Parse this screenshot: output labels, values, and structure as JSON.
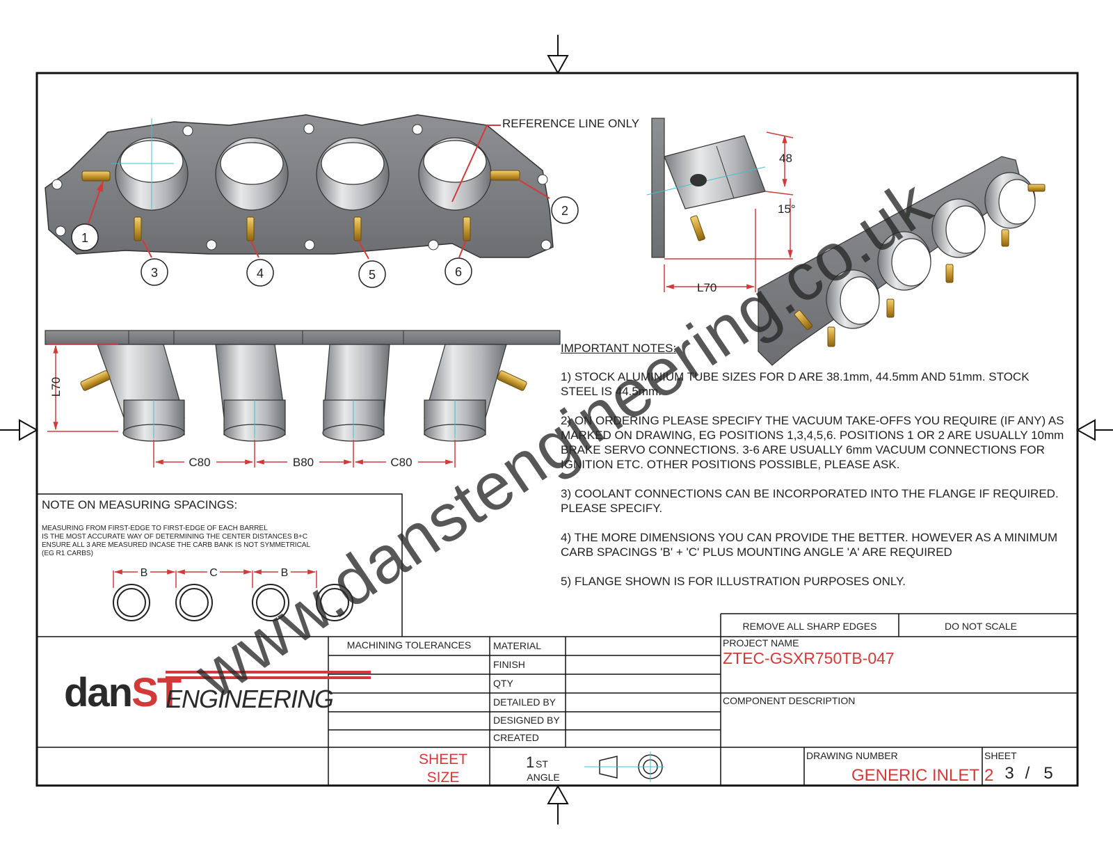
{
  "callouts": {
    "reference_line": "REFERENCE LINE ONLY",
    "positions": [
      "1",
      "2",
      "3",
      "4",
      "5",
      "6"
    ]
  },
  "side_view": {
    "dim_48": "48",
    "angle": "15°",
    "length": "L70"
  },
  "front_view": {
    "length": "L70",
    "spacing_1": "C80",
    "spacing_2": "B80",
    "spacing_3": "C80"
  },
  "notes": {
    "heading": "IMPORTANT NOTES:",
    "items": [
      "1) STOCK ALUMINIUM TUBE SIZES FOR D ARE 38.1mm, 44.5mm AND 51mm. STOCK STEEL IS 44.5mm.",
      "2) ON ORDERING PLEASE SPECIFY THE VACUUM TAKE-OFFS YOU REQUIRE (IF ANY) AS MARKED ON DRAWING, EG POSITIONS 1,3,4,5,6. POSITIONS 1 OR 2 ARE USUALLY 10mm BRAKE SERVO CONNECTIONS. 3-6 ARE USUALLY 6mm VACUUM CONNECTIONS FOR IGNITION ETC. OTHER POSITIONS POSSIBLE, PLEASE ASK.",
      "3) COOLANT CONNECTIONS CAN BE INCORPORATED INTO THE FLANGE IF REQUIRED. PLEASE SPECIFY.",
      "4) THE MORE DIMENSIONS YOU CAN PROVIDE THE BETTER. HOWEVER AS A MINIMUM CARB SPACINGS 'B' + 'C' PLUS MOUNTING ANGLE 'A' ARE REQUIRED",
      "5) FLANGE SHOWN IS FOR ILLUSTRATION PURPOSES ONLY."
    ]
  },
  "spacing_note": {
    "heading": "NOTE ON MEASURING SPACINGS:",
    "lines": [
      "MEASURING FROM FIRST-EDGE TO FIRST-EDGE OF EACH BARREL",
      "IS THE MOST ACCURATE WAY OF DETERMINING THE CENTER DISTANCES B+C",
      "ENSURE ALL 3 ARE MEASURED INCASE THE CARB BANK IS NOT SYMMETRICAL",
      "(EG R1 CARBS)"
    ],
    "labels": [
      "B",
      "C",
      "B"
    ]
  },
  "watermark": "www.danstengineering.co.uk",
  "logo": {
    "part1": "dan",
    "part2": "ST",
    "part3": "ENGINEERING"
  },
  "title_block": {
    "remove_edges": "REMOVE ALL SHARP EDGES",
    "do_not_scale": "DO NOT SCALE",
    "machining_tolerances": "MACHINING TOLERANCES",
    "material": "MATERIAL",
    "finish": "FINISH",
    "qty": "QTY",
    "detailed_by": "DETAILED BY",
    "designed_by": "DESIGNED BY",
    "created": "CREATED",
    "project_name_label": "PROJECT NAME",
    "project_name": "ZTEC-GSXR750TB-047",
    "component_description": "COMPONENT DESCRIPTION",
    "sheet_size_1": "SHEET",
    "sheet_size_2": "SIZE",
    "angle_num": "1",
    "angle_sup": "ST",
    "angle_word": "ANGLE",
    "drawing_number_label": "DRAWING NUMBER",
    "drawing_number": "GENERIC INLET",
    "drawing_suffix": "2",
    "sheet_label": "SHEET",
    "sheet_num": "3",
    "sheet_sep": "/",
    "sheet_total": "5"
  },
  "colors": {
    "accent": "#d23a3a",
    "metal": "#9a9ca0",
    "line": "#222222",
    "center": "#40c0d0"
  }
}
